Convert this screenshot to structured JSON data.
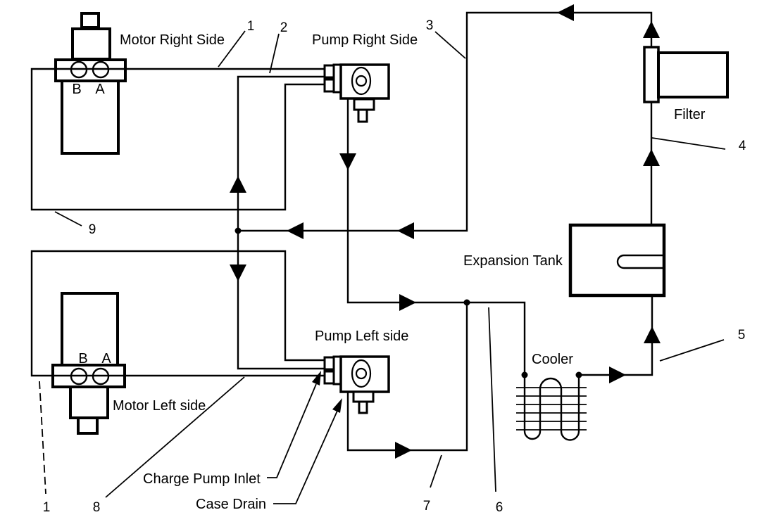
{
  "diagram_type": "hydraulic-circuit-schematic",
  "colors": {
    "line": "#000000",
    "background": "#ffffff"
  },
  "components": {
    "motor_right": {
      "label": "Motor Right Side",
      "ports": [
        "B",
        "A"
      ]
    },
    "motor_left": {
      "label": "Motor Left side",
      "ports": [
        "B",
        "A"
      ]
    },
    "pump_right": {
      "label": "Pump Right Side"
    },
    "pump_left": {
      "label": "Pump Left side"
    },
    "filter": {
      "label": "Filter"
    },
    "expansion_tank": {
      "label": "Expansion Tank"
    },
    "cooler": {
      "label": "Cooler"
    }
  },
  "annotations": {
    "charge_pump_inlet": {
      "label": "Charge Pump Inlet"
    },
    "case_drain": {
      "label": "Case Drain"
    }
  },
  "callouts": [
    {
      "id": "1-top",
      "label": "1"
    },
    {
      "id": "2",
      "label": "2"
    },
    {
      "id": "3",
      "label": "3"
    },
    {
      "id": "4",
      "label": "4"
    },
    {
      "id": "5",
      "label": "5"
    },
    {
      "id": "6",
      "label": "6"
    },
    {
      "id": "7",
      "label": "7"
    },
    {
      "id": "8",
      "label": "8"
    },
    {
      "id": "9",
      "label": "9"
    },
    {
      "id": "1-bottom",
      "label": "1"
    }
  ]
}
